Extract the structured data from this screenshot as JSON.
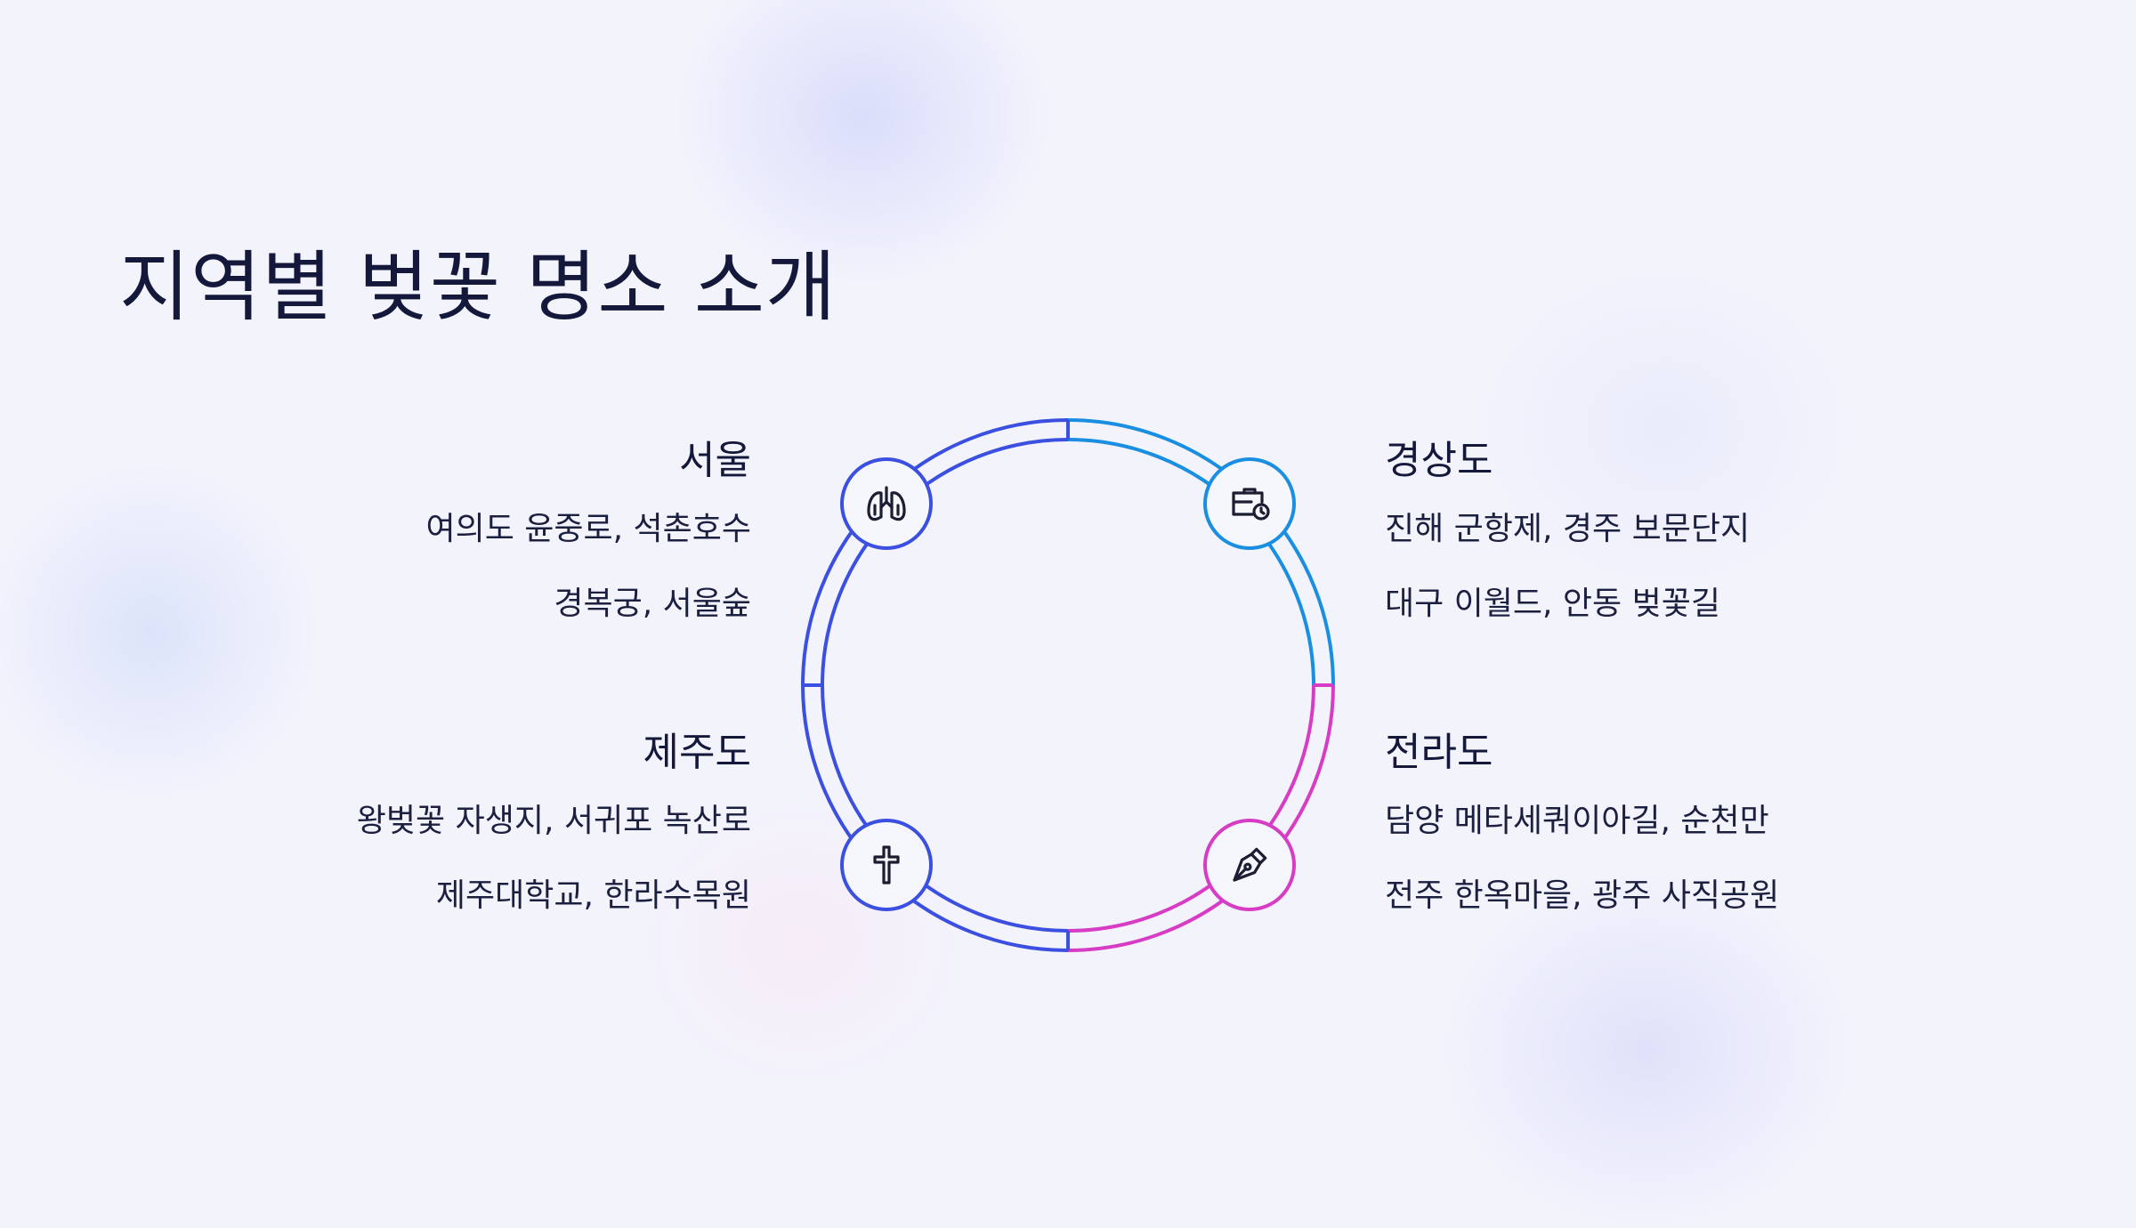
{
  "title": "지역별 벚꽃 명소 소개",
  "colors": {
    "background": "#f3f3fc",
    "text": "#14183a",
    "blue": "#3b4fe0",
    "sky": "#1a8ee0",
    "magenta": "#d63cc4"
  },
  "regions": {
    "seoul": {
      "name": "서울",
      "lines": [
        "여의도 윤중로, 석촌호수",
        "경복궁, 서울숲"
      ],
      "icon": "lungs-icon",
      "color": "#3b4fe0"
    },
    "gyeongsang": {
      "name": "경상도",
      "lines": [
        "진해 군항제, 경주 보문단지",
        "대구 이월드, 안동 벚꽃길"
      ],
      "icon": "briefcase-clock-icon",
      "color": "#1a8ee0"
    },
    "jeju": {
      "name": "제주도",
      "lines": [
        "왕벚꽃 자생지, 서귀포 녹산로",
        "제주대학교, 한라수목원"
      ],
      "icon": "cross-icon",
      "color": "#3b4fe0"
    },
    "jeolla": {
      "name": "전라도",
      "lines": [
        "담양 메타세쿼이아길, 순천만",
        "전주 한옥마을, 광주 사직공원"
      ],
      "icon": "pen-nib-icon",
      "color": "#d63cc4"
    }
  }
}
